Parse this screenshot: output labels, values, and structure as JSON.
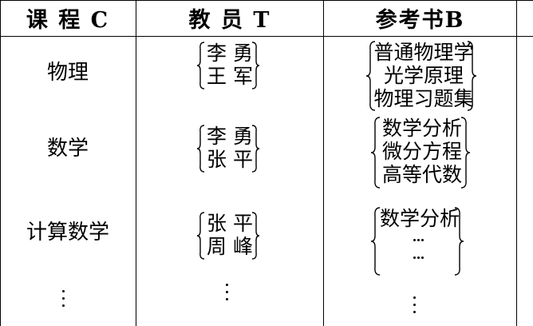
{
  "headers": {
    "course": "课 程 C",
    "teacher": "教 员 T",
    "book": "参考书B"
  },
  "rows": [
    {
      "course": "物理",
      "teachers": [
        "李 勇",
        "王 军"
      ],
      "books": [
        "普通物理学",
        "光学原理",
        "物理习题集"
      ]
    },
    {
      "course": "数学",
      "teachers": [
        "李 勇",
        "张 平"
      ],
      "books": [
        "数学分析",
        "微分方程",
        "高等代数"
      ]
    },
    {
      "course": "计算数学",
      "teachers": [
        "张 平",
        "周 峰"
      ],
      "books": [
        "数学分析"
      ]
    }
  ]
}
